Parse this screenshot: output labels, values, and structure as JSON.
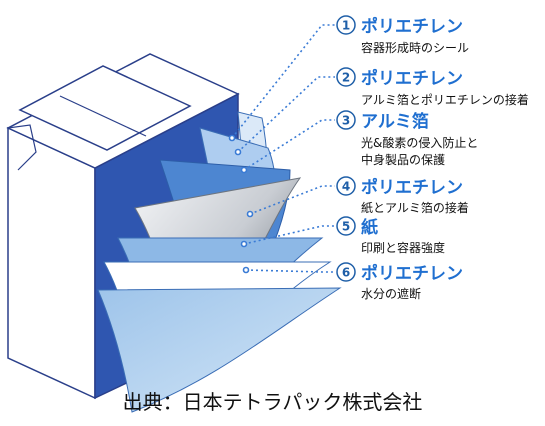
{
  "colors": {
    "accent": "#1f6fd0",
    "box_front": "#2f56b0",
    "label_number": "#1f5fa8",
    "dotted_line": "#3a7bd5"
  },
  "layers": [
    {
      "number": "1",
      "title": "ポリエチレン",
      "desc_lines": [
        "容器形成時のシール"
      ]
    },
    {
      "number": "2",
      "title": "ポリエチレン",
      "desc_lines": [
        "アルミ箔とポリエチレンの接着"
      ]
    },
    {
      "number": "3",
      "title": "アルミ箔",
      "desc_lines": [
        "光&酸素の侵入防止と",
        "中身製品の保護"
      ]
    },
    {
      "number": "4",
      "title": "ポリエチレン",
      "desc_lines": [
        "紙とアルミ箔の接着"
      ]
    },
    {
      "number": "5",
      "title": "紙",
      "desc_lines": [
        "印刷と容器強度"
      ]
    },
    {
      "number": "6",
      "title": "ポリエチレン",
      "desc_lines": [
        "水分の遮断"
      ]
    }
  ],
  "caption": "出典：日本テトラパック株式会社"
}
